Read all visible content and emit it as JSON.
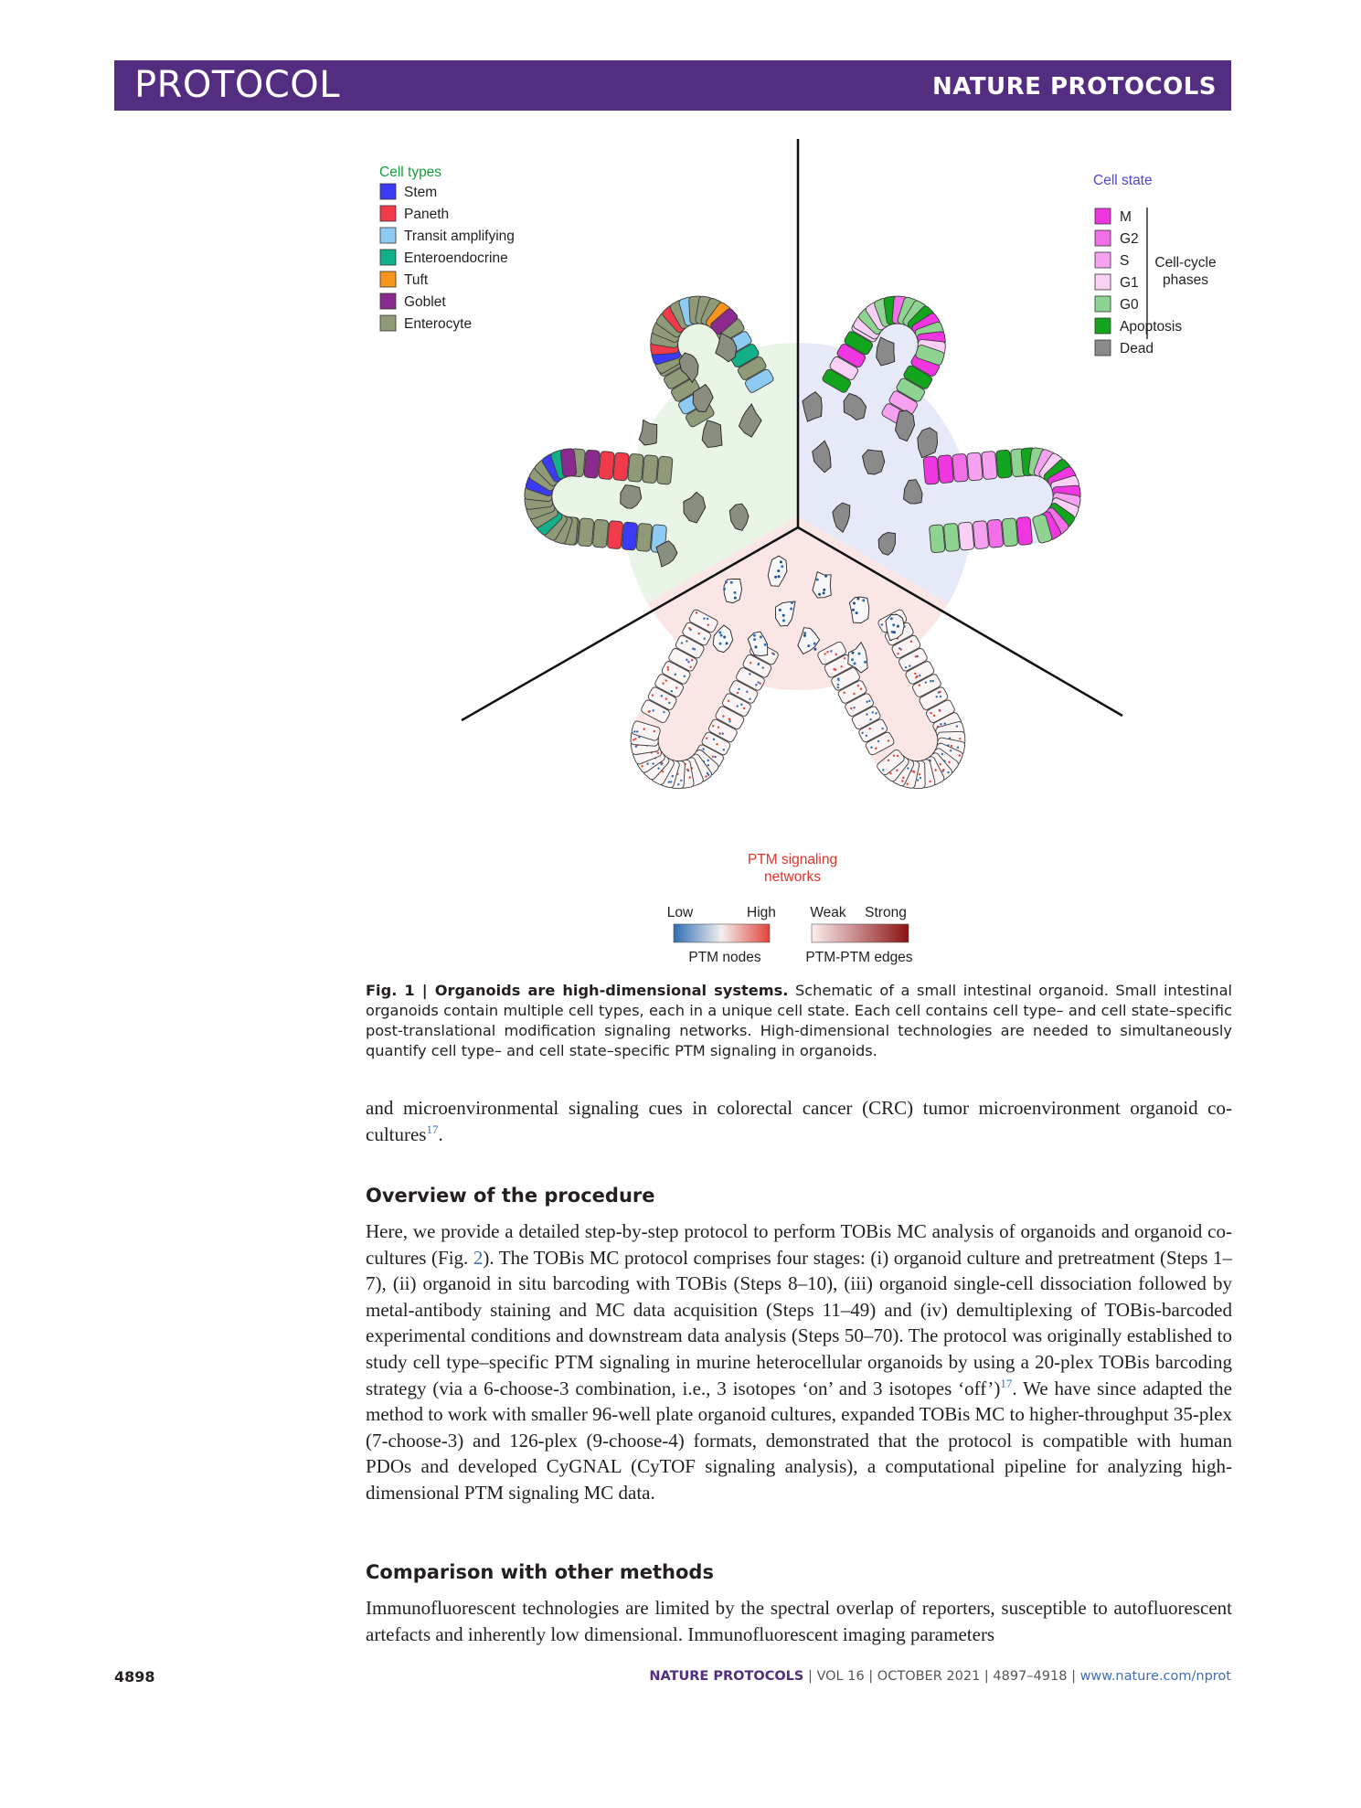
{
  "header": {
    "section": "PROTOCOL",
    "journal": "NATURE PROTOCOLS"
  },
  "figure": {
    "cell_types": {
      "title": "Cell types",
      "items": [
        {
          "label": "Stem",
          "color": "#3b3bf5"
        },
        {
          "label": "Paneth",
          "color": "#f23b4a"
        },
        {
          "label": "Transit amplifying",
          "color": "#8ecbf2"
        },
        {
          "label": "Enteroendocrine",
          "color": "#12b089"
        },
        {
          "label": "Tuft",
          "color": "#f8941e"
        },
        {
          "label": "Goblet",
          "color": "#8a2a8e"
        },
        {
          "label": "Enterocyte",
          "color": "#8e9a78"
        }
      ]
    },
    "cell_state": {
      "title": "Cell state",
      "items": [
        {
          "label": "M",
          "color": "#f036e0"
        },
        {
          "label": "G2",
          "color": "#f36ee9"
        },
        {
          "label": "S",
          "color": "#f6a2f0"
        },
        {
          "label": "G1",
          "color": "#fad0f7"
        },
        {
          "label": "G0",
          "color": "#8ed490"
        },
        {
          "label": "Apoptosis",
          "color": "#13a51e"
        },
        {
          "label": "Dead",
          "color": "#8a8a8a"
        }
      ],
      "bracket_label_1": "Cell-cycle",
      "bracket_label_2": "phases"
    },
    "ptm": {
      "title_1": "PTM signaling",
      "title_2": "networks",
      "nodes_low": "Low",
      "nodes_high": "High",
      "nodes_label": "PTM nodes",
      "edges_weak": "Weak",
      "edges_strong": "Strong",
      "edges_label": "PTM-PTM edges"
    }
  },
  "caption": {
    "label": "Fig. 1 | Organoids are high-dimensional systems.",
    "text": " Schematic of a small intestinal organoid. Small intestinal organoids contain multiple cell types, each in a unique cell state. Each cell contains cell type– and cell state–specific post-translational modification signaling networks. High-dimensional technologies are needed to simultaneously quantify cell type– and cell state–specific PTM signaling in organoids."
  },
  "body": {
    "p0_text": "and microenvironmental signaling cues in colorectal cancer (CRC) tumor microenvironment organoid co-cultures",
    "p0_ref": "17",
    "p0_end": ".",
    "h_overview": "Overview of the procedure",
    "p1_a": "Here, we provide a detailed step-by-step protocol to perform TOBis MC analysis of organoids and organoid co-cultures (Fig. ",
    "p1_fig": "2",
    "p1_b": "). The TOBis MC protocol comprises four stages: (i) organoid culture and pretreatment (Steps 1–7), (ii) organoid in situ barcoding with TOBis (Steps 8–10), (iii) organoid single-cell dissociation followed by metal-antibody staining and MC data acquisition (Steps 11–49) and (iv) demultiplexing of TOBis-barcoded experimental conditions and downstream data analysis (Steps 50–70). The protocol was originally established to study cell type–specific PTM signaling in murine heterocellular organoids by using a 20-plex TOBis barcoding strategy (via a 6-choose-3 combination, i.e., 3 isotopes ‘on’ and 3 isotopes ‘off’)",
    "p1_ref": "17",
    "p1_c": ". We have since adapted the method to work with smaller 96-well plate organoid cultures, expanded TOBis MC to higher-throughput 35-plex (7-choose-3) and 126-plex (9-choose-4) formats, demonstrated that the protocol is compatible with human PDOs and developed CyGNAL (CyTOF signaling analysis), a computational pipeline for analyzing high-dimensional PTM signaling MC data.",
    "h_comparison": "Comparison with other methods",
    "p2": "Immunofluorescent technologies are limited by the spectral overlap of reporters, susceptible to autofluorescent artefacts and inherently low dimensional. Immunofluorescent imaging parameters"
  },
  "footer": {
    "page": "4898",
    "brand": "NATURE PROTOCOLS",
    "details": " | VOL 16 | OCTOBER 2021 | 4897–4918 | ",
    "url": "www.nature.com/nprot"
  }
}
